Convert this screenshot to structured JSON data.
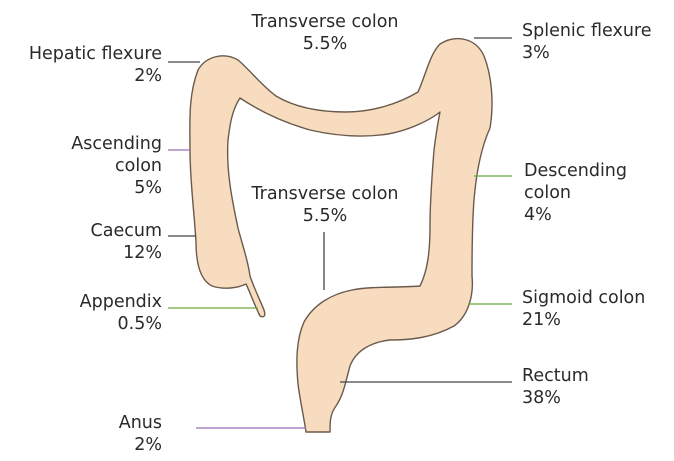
{
  "labels": {
    "transverse_top": {
      "name": "Transverse colon",
      "pct": "5.5%"
    },
    "transverse_mid": {
      "name": "Transverse colon",
      "pct": "5.5%"
    },
    "splenic": {
      "name": "Splenic flexure",
      "pct": "3%"
    },
    "hepatic": {
      "name": "Hepatic flexure",
      "pct": "2%"
    },
    "ascending": {
      "name_line1": "Ascending",
      "name_line2": "colon",
      "pct": "5%"
    },
    "descending": {
      "name_line1": "Descending",
      "name_line2": "colon",
      "pct": "4%"
    },
    "caecum": {
      "name": "Caecum",
      "pct": "12%"
    },
    "appendix": {
      "name": "Appendix",
      "pct": "0.5%"
    },
    "sigmoid": {
      "name": "Sigmoid colon",
      "pct": "21%"
    },
    "rectum": {
      "name": "Rectum",
      "pct": "38%"
    },
    "anus": {
      "name": "Anus",
      "pct": "2%"
    }
  },
  "colors": {
    "colon_fill": "#f7dcbf",
    "colon_outline": "#6b5a4c",
    "leader_gray": "#444444",
    "leader_purple": "#9a6fb3",
    "leader_green": "#6aaa3c",
    "text": "#2a2a2a"
  }
}
